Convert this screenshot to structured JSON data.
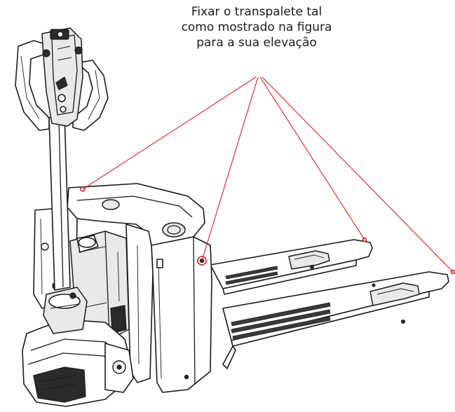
{
  "caption": {
    "lines": [
      "Fixar o transpalete tal",
      "como mostrado na figura",
      "para a sua elevação"
    ]
  },
  "colors": {
    "leader_line": "#d2232a",
    "outline": "#1a1a1a",
    "background": "#ffffff"
  },
  "illustration": {
    "subject": "pallet-truck",
    "callout_count": 4
  }
}
